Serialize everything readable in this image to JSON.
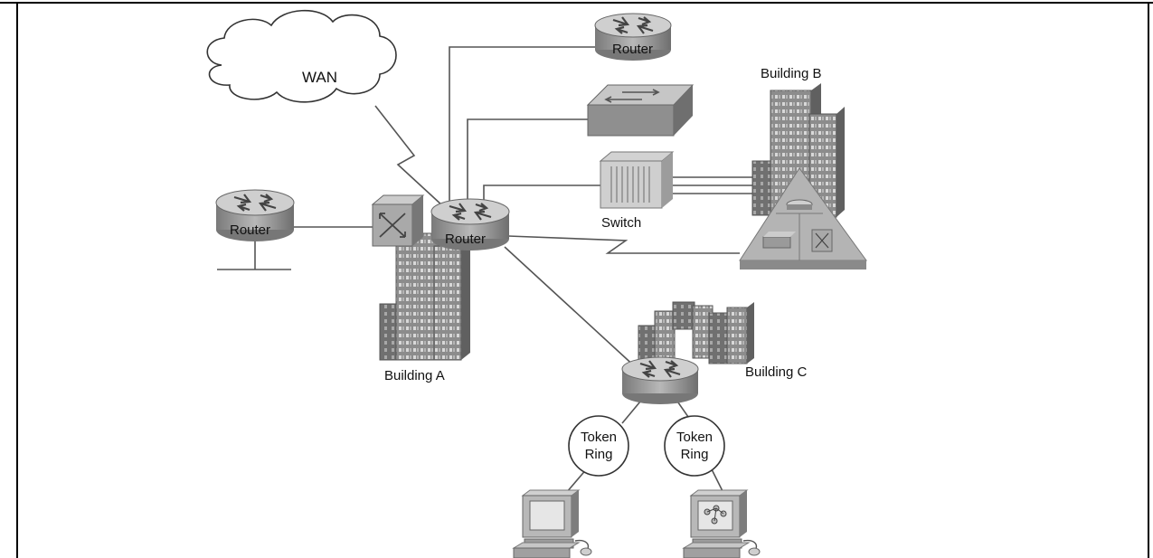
{
  "diagram": {
    "labels": {
      "wan": "WAN",
      "router_top": "Router",
      "router_left": "Router",
      "router_center": "Router",
      "switch": "Switch",
      "building_a": "Building A",
      "building_b": "Building B",
      "building_c": "Building C",
      "token_ring_1_line1": "Token",
      "token_ring_1_line2": "Ring",
      "token_ring_2_line1": "Token",
      "token_ring_2_line2": "Ring"
    },
    "icons": {
      "cloud": "wan-cloud-icon",
      "router": "router-icon",
      "workgroup_switch": "workgroup-switch-icon",
      "lan_switch": "lan-switch-icon",
      "multilayer_switch": "multilayer-switch-icon",
      "building": "building-icon",
      "workstation": "workstation-icon",
      "token_ring": "token-ring-icon"
    },
    "colors": {
      "device_body": "#9a9a9a",
      "device_top": "#c9c9c9",
      "device_dark": "#6b6b6b",
      "building": "#8c8c8c",
      "line": "#555555",
      "border": "#000000"
    }
  }
}
